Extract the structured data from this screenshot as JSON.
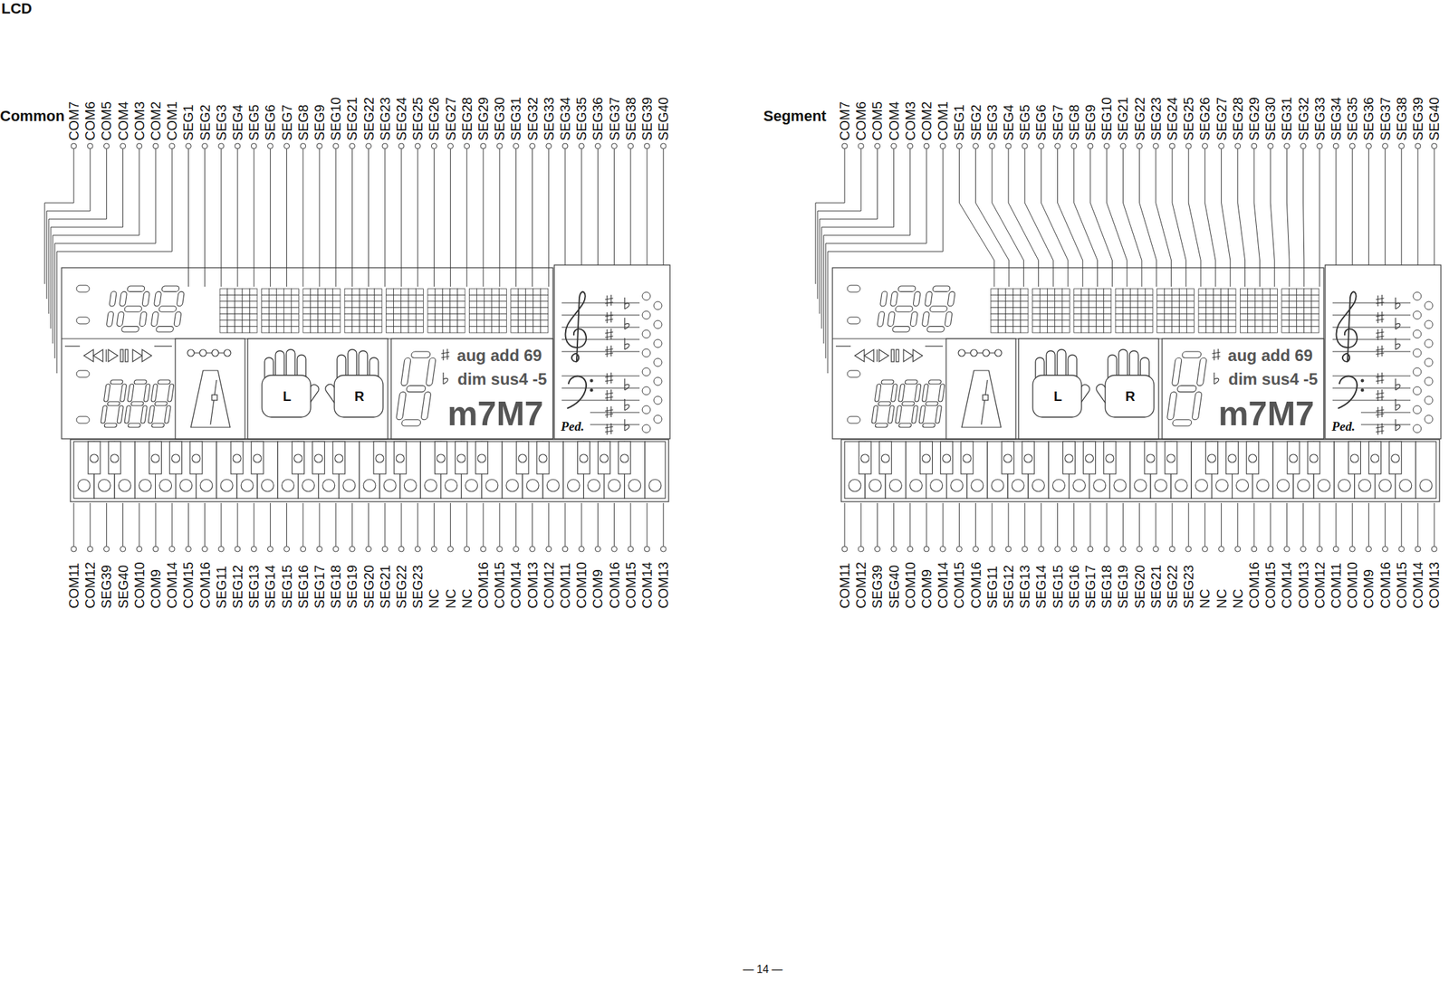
{
  "diagram": {
    "title": "LCD",
    "labels": [
      "Common",
      "COM7",
      "COM6",
      "COM5",
      "COM4",
      "COM3",
      "COM2",
      "COM1",
      "SEG1",
      "SEG2",
      "SEG3",
      "SEG4",
      "SEG5",
      "SEG6",
      "SEG7",
      "SEG8",
      "SEG9",
      "SEG10",
      "SEG21",
      "SEG22",
      "SEG23",
      "SEG24",
      "SEG25",
      "SEG26",
      "SEG27",
      "SEG28",
      "SEG29",
      "SEG30",
      "SEG31",
      "SEG32",
      "SEG33",
      "SEG34",
      "SEG35",
      "SEG36",
      "SEG37",
      "SEG38",
      "SEG39",
      "SEG40",
      "L",
      "R",
      "aug add 69",
      "dim sus4 -5",
      "m7M7",
      "Ped.",
      "COM11",
      "COM12",
      "SEG39",
      "SEG40",
      "COM10",
      "COM9",
      "COM14",
      "COM15",
      "COM16",
      "SEG11",
      "SEG12",
      "SEG13",
      "SEG14",
      "SEG15",
      "SEG16",
      "SEG17",
      "SEG18",
      "SEG19",
      "SEG20",
      "SEG21",
      "SEG22",
      "SEG23",
      "NC",
      "NC",
      "NC",
      "COM16",
      "COM15",
      "COM14",
      "COM13",
      "COM12",
      "COM11",
      "COM10",
      "COM9",
      "COM16",
      "COM15",
      "COM14",
      "COM13",
      "Segment",
      "COM7",
      "COM6",
      "COM5",
      "COM4",
      "COM3",
      "COM2",
      "COM1",
      "SEG1",
      "SEG2",
      "SEG3",
      "SEG4",
      "SEG5",
      "SEG6",
      "SEG7",
      "SEG8",
      "SEG9",
      "SEG10",
      "SEG21",
      "SEG22",
      "SEG23",
      "SEG24",
      "SEG25",
      "SEG26",
      "SEG27",
      "SEG28",
      "SEG29",
      "SEG30",
      "SEG31",
      "SEG32",
      "SEG33",
      "SEG34",
      "SEG35",
      "SEG36",
      "SEG37",
      "SEG38",
      "SEG39",
      "SEG40",
      "L",
      "R",
      "aug add 69",
      "dim sus4 -5",
      "m7M7",
      "Ped.",
      "COM11",
      "COM12",
      "SEG39",
      "SEG40",
      "COM10",
      "COM9",
      "COM14",
      "COM15",
      "COM16",
      "SEG11",
      "SEG12",
      "SEG13",
      "SEG14",
      "SEG15",
      "SEG16",
      "SEG17",
      "SEG18",
      "SEG19",
      "SEG20",
      "SEG21",
      "SEG22",
      "SEG23",
      "NC",
      "NC",
      "NC",
      "COM16",
      "COM15",
      "COM14",
      "COM13",
      "COM12",
      "COM11",
      "COM10",
      "COM9",
      "COM16",
      "COM15",
      "COM14",
      "COM13",
      "— 14 —"
    ]
  }
}
